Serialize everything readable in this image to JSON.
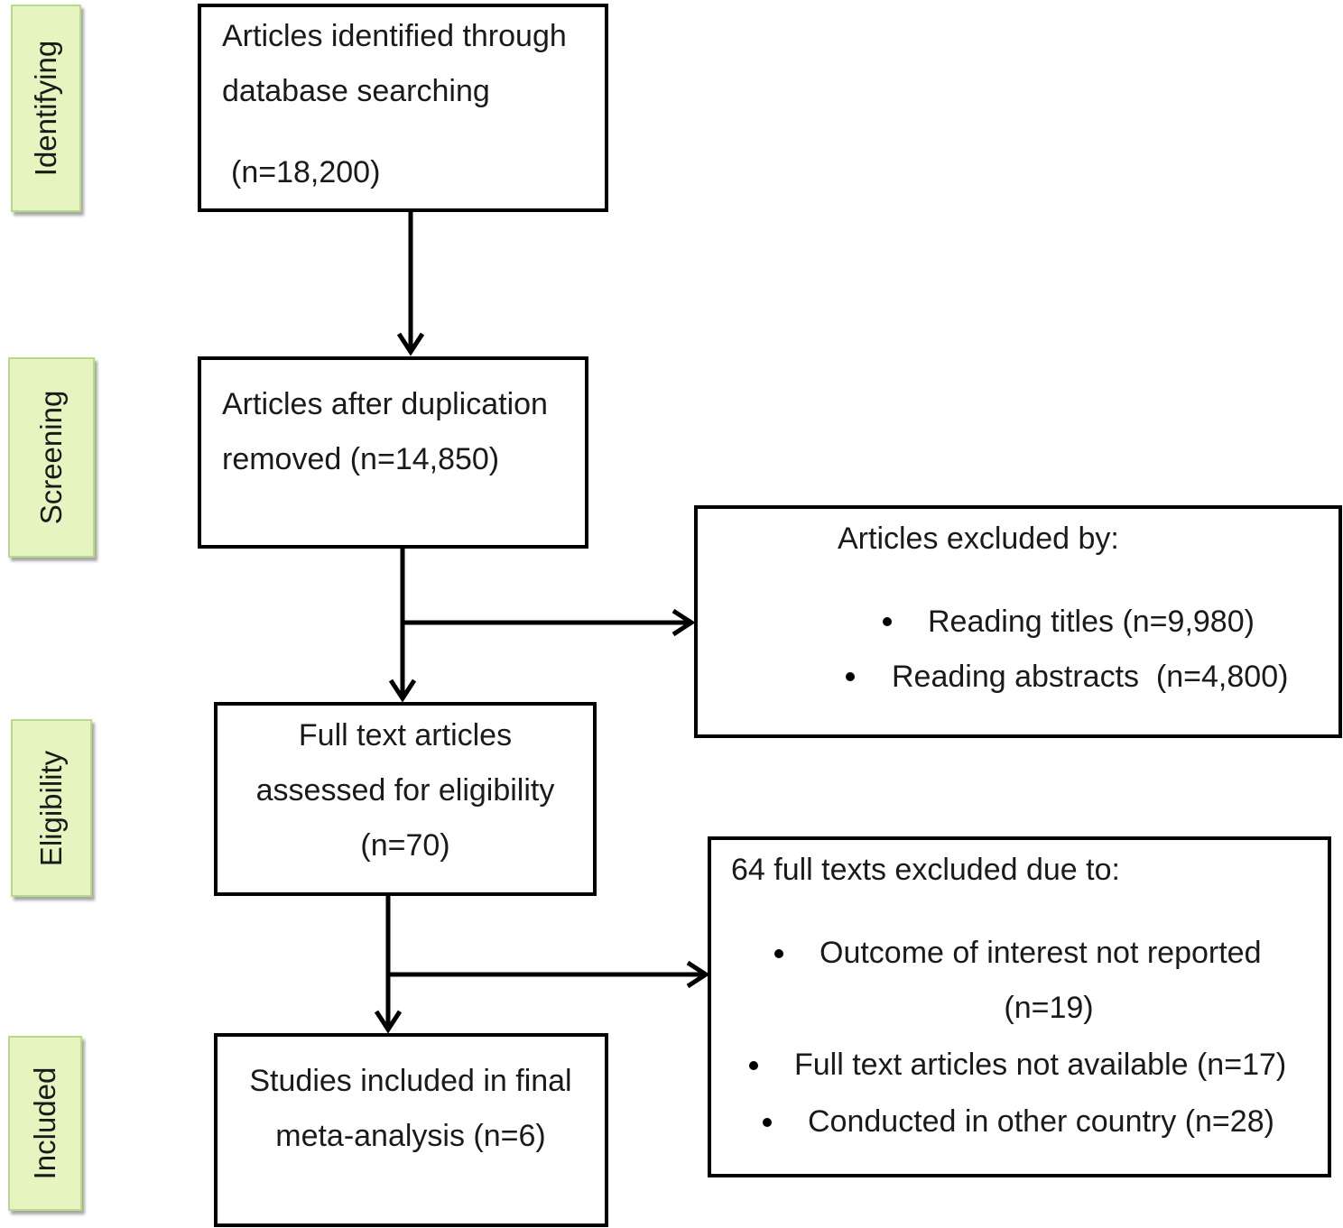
{
  "phases": {
    "identifying": "Identifying",
    "screening": "Screening",
    "eligibility": "Eligibility",
    "included": "Included"
  },
  "boxes": {
    "identified": {
      "line1": "Articles identified through",
      "line2": "database searching",
      "line3": "(n=18,200)"
    },
    "deduplicated": {
      "line1": "Articles after duplication",
      "line2": "removed (n=14,850)"
    },
    "excluded_screening": {
      "heading": "Articles excluded by:",
      "items": [
        "Reading titles (n=9,980)",
        "Reading abstracts  (n=4,800)"
      ]
    },
    "fulltext": {
      "line1": "Full text articles",
      "line2": "assessed for eligibility",
      "line3": "(n=70)"
    },
    "excluded_fulltext": {
      "heading": "64 full texts excluded due to:",
      "items": [
        {
          "line1": "Outcome of interest not reported",
          "line2": "(n=19)"
        },
        {
          "line1": "Full text articles not available (n=17)"
        },
        {
          "line1": "Conducted in other country (n=28)"
        }
      ]
    },
    "included": {
      "line1": "Studies included in final",
      "line2": "meta-analysis (n=6)"
    }
  },
  "colors": {
    "phase_fill": "#e6f5bf",
    "phase_border": "#b8d98a",
    "box_border": "#000000"
  }
}
